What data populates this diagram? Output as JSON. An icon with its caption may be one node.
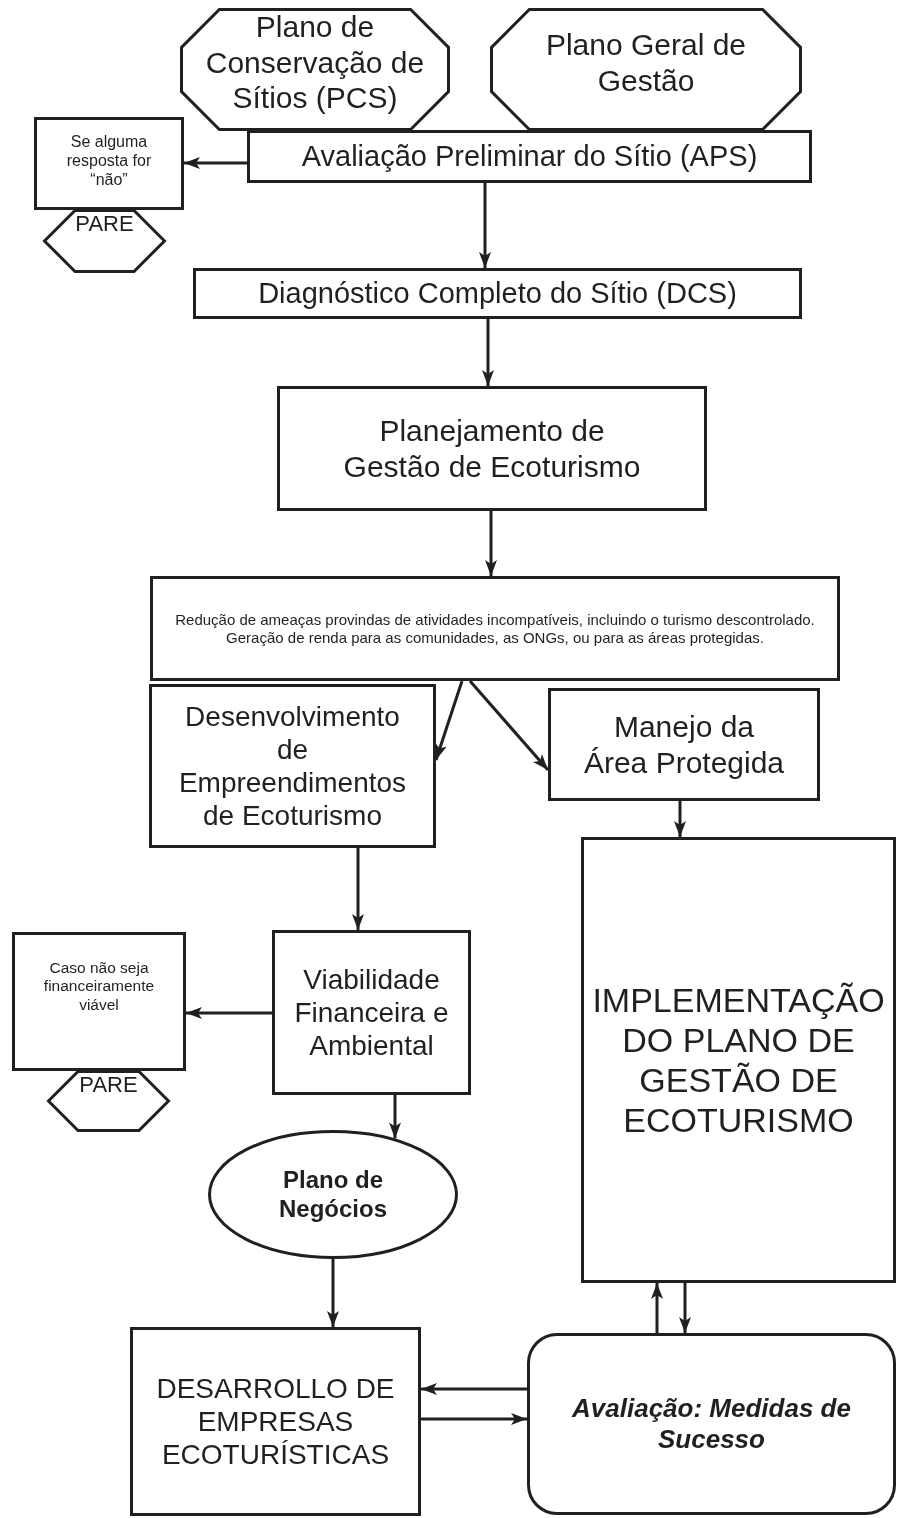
{
  "diagram": {
    "nodes": [
      {
        "text": [
          "Plano de Conservação de Sítios (PCS)"
        ]
      },
      {
        "text": [
          "Plano Geral de Gestão"
        ]
      },
      {
        "text": [
          "Avaliação Preliminar do Sítio (APS)"
        ]
      },
      {
        "text": [
          "Se alguma resposta for “não”"
        ]
      },
      {
        "text": [
          "PARE"
        ]
      },
      {
        "text": [
          "Diagnóstico Completo do Sítio (DCS)"
        ]
      },
      {
        "text": [
          "Planejamento de Gestão de Ecoturismo"
        ]
      },
      {
        "text": [
          "Redução de ameaças provindas de atividades incompatíveis, incluindo o turismo descontrolado. Geração de renda para as comunidades, as ONGs, ou para as áreas protegidas."
        ]
      },
      {
        "text": [
          "Desenvolvimento de Empreendimentos de Ecoturismo"
        ]
      },
      {
        "text": [
          "Manejo da Área Protegida"
        ]
      },
      {
        "text": [
          "Viabilidade Financeira e Ambiental"
        ]
      },
      {
        "text": [
          "Caso não seja financeiramente viável"
        ]
      },
      {
        "text": [
          "PARE"
        ]
      },
      {
        "text": [
          "IMPLEMENTAÇÃO DO PLANO DE GESTÃO DE ECOTURISMO"
        ]
      },
      {
        "text": [
          "Plano de Negócios"
        ]
      },
      {
        "text": [
          "DESARROLLO DE EMPRESAS ECOTURÍSTICAS"
        ]
      },
      {
        "text": [
          "Avaliação: Medidas de Sucesso"
        ]
      }
    ],
    "edges": [
      {
        "from": 2,
        "to": 3,
        "arrow": "to"
      },
      {
        "from": 2,
        "to": 5,
        "arrow": "to"
      },
      {
        "from": 5,
        "to": 6,
        "arrow": "to"
      },
      {
        "from": 6,
        "to": 7,
        "arrow": "to"
      },
      {
        "from": 7,
        "to": 8,
        "arrow": "to"
      },
      {
        "from": 7,
        "to": 9,
        "arrow": "to"
      },
      {
        "from": 8,
        "to": 10,
        "arrow": "to"
      },
      {
        "from": 10,
        "to": 11,
        "arrow": "to"
      },
      {
        "from": 10,
        "to": 14,
        "arrow": "to"
      },
      {
        "from": 9,
        "to": 13,
        "arrow": "to"
      },
      {
        "from": 14,
        "to": 15,
        "arrow": "to"
      },
      {
        "from": 16,
        "to": 13,
        "arrow": "to"
      },
      {
        "from": 13,
        "to": 16,
        "arrow": "to"
      },
      {
        "from": 16,
        "to": 15,
        "arrow": "to"
      },
      {
        "from": 15,
        "to": 16,
        "arrow": "to"
      }
    ]
  }
}
